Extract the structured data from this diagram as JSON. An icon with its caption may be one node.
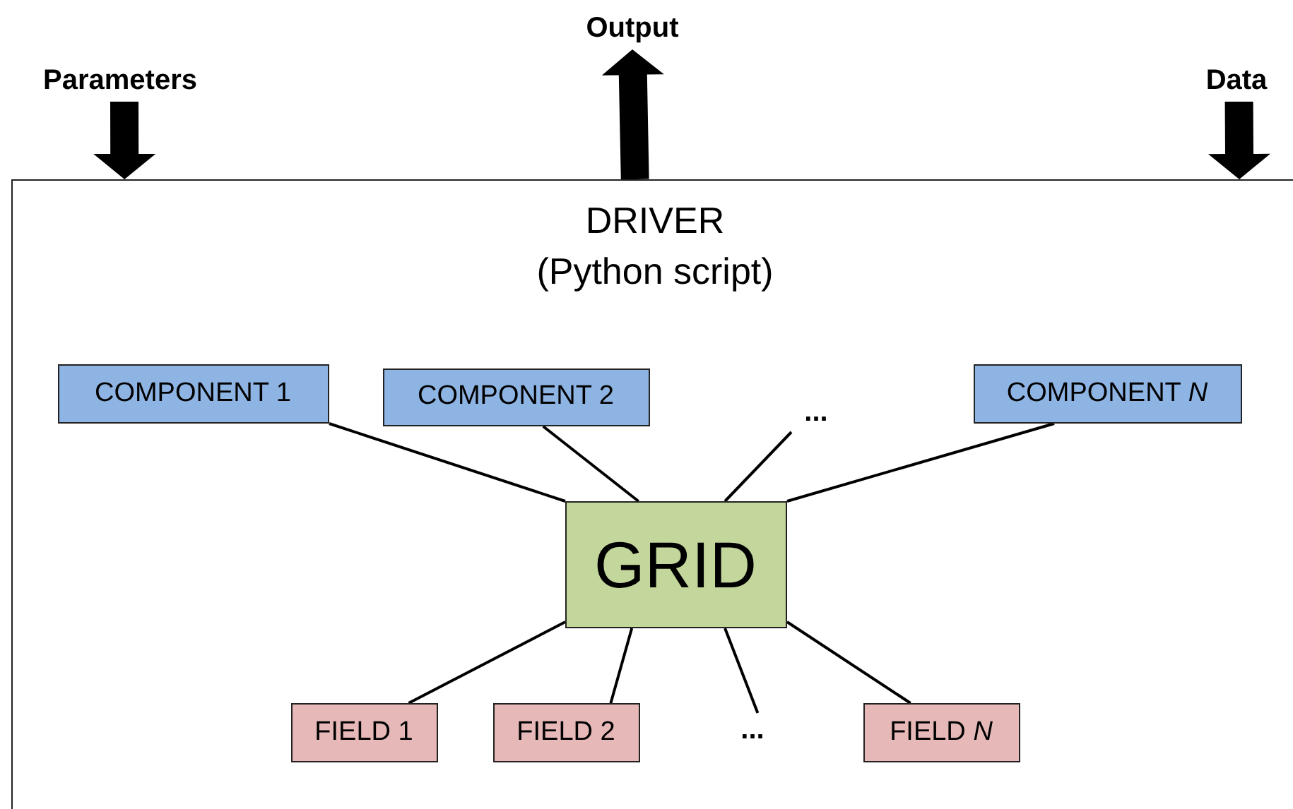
{
  "diagram": {
    "nodes": [
      {
        "text": [
          "DRIVER",
          "(Python script)"
        ]
      },
      {
        "text": [
          "Parameters"
        ]
      },
      {
        "text": [
          "Output"
        ]
      },
      {
        "text": [
          "Data"
        ]
      },
      {
        "text": [
          "COMPONENT 1"
        ],
        "in": 0
      },
      {
        "text": [
          "COMPONENT 2"
        ],
        "in": 0
      },
      {
        "text": [
          "..."
        ],
        "in": 0
      },
      {
        "text": [
          "COMPONENT *N*"
        ],
        "in": 0
      },
      {
        "text": [
          "GRID"
        ],
        "in": 0
      },
      {
        "text": [
          "FIELD 1"
        ],
        "in": 0
      },
      {
        "text": [
          "FIELD 2"
        ],
        "in": 0
      },
      {
        "text": [
          "..."
        ],
        "in": 0
      },
      {
        "text": [
          "FIELD *N*"
        ],
        "in": 0
      }
    ],
    "edges": [
      {
        "from": 1,
        "to": 0,
        "arrow": "to",
        "style": "thick"
      },
      {
        "from": 0,
        "to": 2,
        "arrow": "to",
        "style": "thick"
      },
      {
        "from": 3,
        "to": 0,
        "arrow": "to",
        "style": "thick"
      },
      {
        "from": 8,
        "to": 4,
        "arrow": "none"
      },
      {
        "from": 8,
        "to": 5,
        "arrow": "none"
      },
      {
        "from": 8,
        "to": 6,
        "arrow": "none"
      },
      {
        "from": 8,
        "to": 7,
        "arrow": "none"
      },
      {
        "from": 8,
        "to": 9,
        "arrow": "none"
      },
      {
        "from": 8,
        "to": 10,
        "arrow": "none"
      },
      {
        "from": 8,
        "to": 11,
        "arrow": "none"
      },
      {
        "from": 8,
        "to": 12,
        "arrow": "none"
      }
    ]
  }
}
